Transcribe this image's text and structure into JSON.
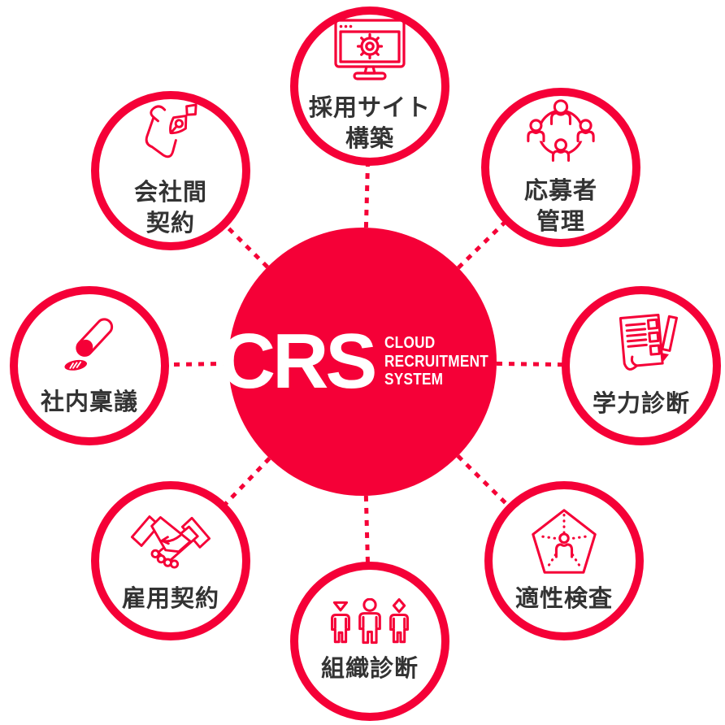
{
  "diagram": {
    "background": "#FFFFFF",
    "accent_color": "#F50037",
    "label_color": "#333333",
    "connector_style": "dashed"
  },
  "center": {
    "logo": "CRS",
    "subtitle": "CLOUD\nRECRUITMENT\nSYSTEM"
  },
  "nodes": [
    {
      "id": "recruitment-site",
      "label": "採用サイト\n構築",
      "icon": "monitor-gear-icon",
      "position": "top"
    },
    {
      "id": "applicant-management",
      "label": "応募者\n管理",
      "icon": "people-circle-icon",
      "position": "top-right"
    },
    {
      "id": "academic-diagnosis",
      "label": "学力診断",
      "icon": "exam-sheet-pencil-icon",
      "position": "right"
    },
    {
      "id": "aptitude-test",
      "label": "適性検査",
      "icon": "pentagon-person-icon",
      "position": "bottom-right"
    },
    {
      "id": "organization-diagnosis",
      "label": "組織診断",
      "icon": "three-people-icon",
      "position": "bottom"
    },
    {
      "id": "employment-contract",
      "label": "雇用契約",
      "icon": "handshake-icon",
      "position": "bottom-left"
    },
    {
      "id": "internal-approval",
      "label": "社内稟議",
      "icon": "hanko-stamp-icon",
      "position": "left"
    },
    {
      "id": "intercompany-contract",
      "label": "会社間\n契約",
      "icon": "pen-paper-icon",
      "position": "top-left"
    }
  ]
}
